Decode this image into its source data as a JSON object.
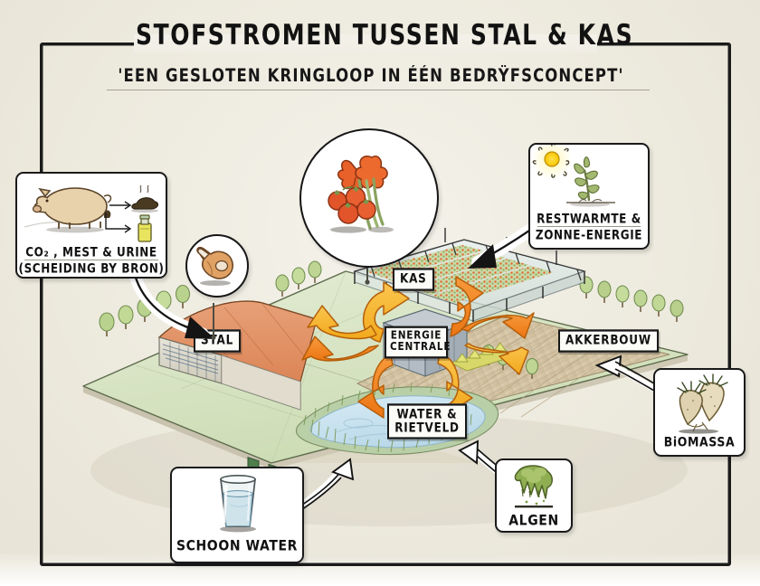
{
  "poster": {
    "title": "STOFSTROMEN TUSSEN  STAL & KAS",
    "subtitle": "'EEN GESLOTEN KRINGLOOP IN ÉÉN BEDRŸFSCONCEPT'",
    "background_color": "#efece1",
    "frame_color": "#1b1b1b",
    "accent_orange": "#f0821e",
    "accent_yellow": "#f7b32b",
    "roof_orange": "#e08a5e",
    "field_green": "#dbe6c8",
    "water_blue": "#cfe3ee",
    "soil_tan": "#d6c7a8"
  },
  "scene": {
    "labels": [
      {
        "id": "kas",
        "text": "KAS",
        "meaning": "greenhouse"
      },
      {
        "id": "stal",
        "text": "STAL",
        "meaning": "pig-barn"
      },
      {
        "id": "energie-centrale",
        "line1": "ENERGIE",
        "line2": "CENTRALE",
        "meaning": "power-plant"
      },
      {
        "id": "akkerbouw",
        "text": "AKKERBOUW",
        "meaning": "arable-farming"
      },
      {
        "id": "water-rietveld",
        "line1": "WATER &",
        "line2": "RIETVELD",
        "meaning": "water-and-reed-bed"
      }
    ],
    "flow_arrows": [
      {
        "id": "arrow-up-left",
        "color": "#f7b32b",
        "direction": "to-greenhouse"
      },
      {
        "id": "arrow-up-right",
        "color": "#f0821e",
        "direction": "from-greenhouse"
      },
      {
        "id": "arrow-left-in",
        "color": "#f7b32b",
        "direction": "to-barn"
      },
      {
        "id": "arrow-left-out",
        "color": "#f0821e",
        "direction": "from-barn"
      },
      {
        "id": "arrow-right-out",
        "color": "#f0821e",
        "direction": "to-fields"
      },
      {
        "id": "arrow-right-in",
        "color": "#f7b32b",
        "direction": "from-fields"
      },
      {
        "id": "arrow-down-left",
        "color": "#f0821e",
        "direction": "to-water"
      },
      {
        "id": "arrow-down-right",
        "color": "#f7b32b",
        "direction": "from-water"
      }
    ]
  },
  "callouts": [
    {
      "id": "co2-mest-urine",
      "caption_line1": "CO₂ , MEST & URINE",
      "caption_line2": "(SCHEIDING BY BRON)",
      "illustration": "pig-manure-urine-separation",
      "position": "top-left"
    },
    {
      "id": "restwarmte-zonne-energie",
      "caption_line1": "RESTWARMTE &",
      "caption_line2": "ZONNE-ENERGIE",
      "illustration": "sun-and-seedling",
      "position": "top-right"
    },
    {
      "id": "biomassa",
      "caption_line1": "BiOMASSA",
      "illustration": "sugar-beets",
      "position": "right"
    },
    {
      "id": "algen",
      "caption_line1": "ALGEN",
      "illustration": "green-algae",
      "position": "bottom-right"
    },
    {
      "id": "schoon-water",
      "caption_line1": "SCHOON WATER",
      "illustration": "glass-of-water",
      "position": "bottom-left"
    }
  ],
  "bubbles": [
    {
      "id": "greenhouse-products",
      "illustration": "amaryllis-flowers-and-tomatoes",
      "points_to": "kas"
    },
    {
      "id": "meat-product",
      "illustration": "ham-leg",
      "points_to": "stal"
    }
  ]
}
